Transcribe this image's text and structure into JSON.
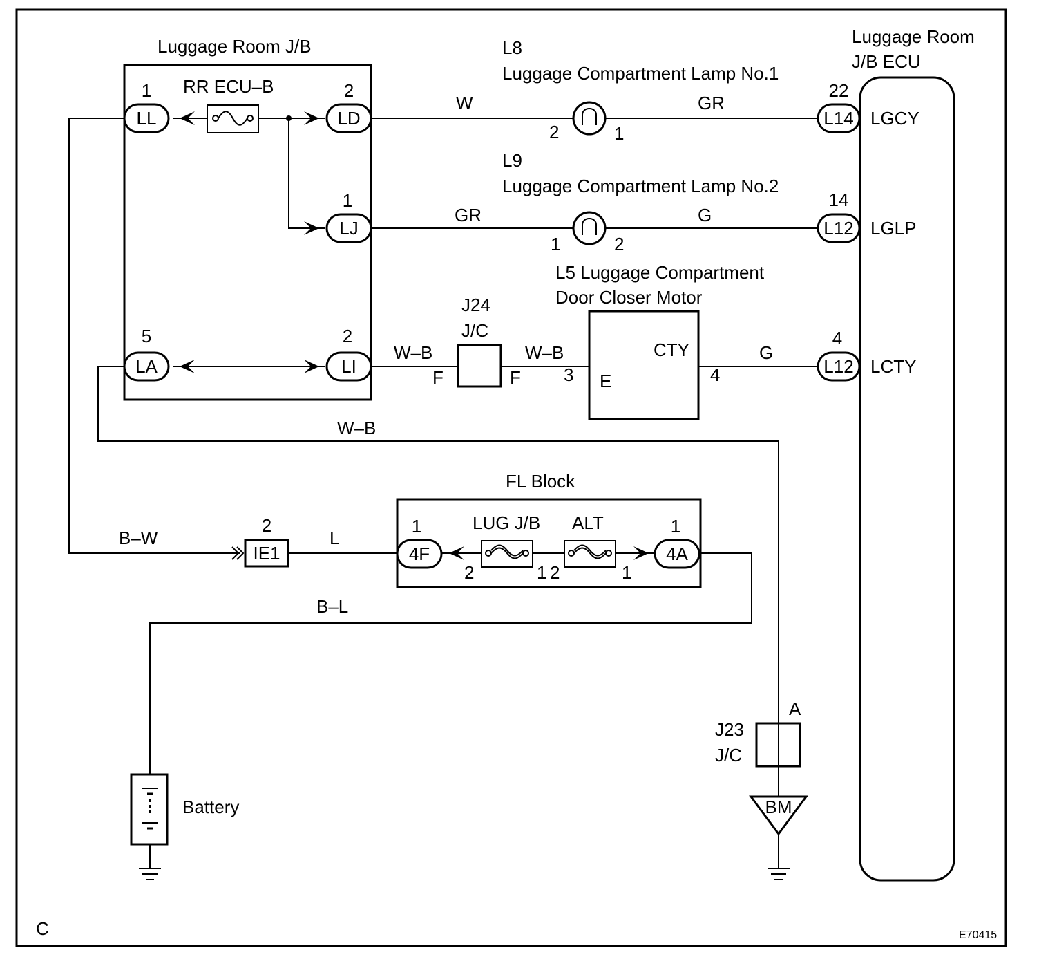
{
  "diagram": {
    "corner_letter": "C",
    "figure_code": "E70415",
    "jb": {
      "title": "Luggage Room J/B",
      "fuse_label": "RR ECU–B",
      "terminals": {
        "ll": {
          "pin": "1",
          "code": "LL"
        },
        "ld": {
          "pin": "2",
          "code": "LD"
        },
        "lj": {
          "pin": "1",
          "code": "LJ"
        },
        "la": {
          "pin": "5",
          "code": "LA"
        },
        "li": {
          "pin": "2",
          "code": "LI"
        }
      }
    },
    "ecu": {
      "title_line1": "Luggage Room",
      "title_line2": "J/B ECU",
      "pins": [
        {
          "pin": "22",
          "code": "L14",
          "name": "LGCY"
        },
        {
          "pin": "14",
          "code": "L12",
          "name": "LGLP"
        },
        {
          "pin": "4",
          "code": "L12",
          "name": "LCTY"
        }
      ]
    },
    "lamp1": {
      "id": "L8",
      "name": "Luggage Compartment Lamp No.1",
      "pin_left": "2",
      "pin_right": "1",
      "wire_left": "W",
      "wire_right": "GR"
    },
    "lamp2": {
      "id": "L9",
      "name": "Luggage Compartment Lamp No.2",
      "pin_left": "1",
      "pin_right": "2",
      "wire_left": "GR",
      "wire_right": "G"
    },
    "motor": {
      "title_line1": "L5 Luggage Compartment",
      "title_line2": "Door Closer Motor",
      "terminal_e": "E",
      "terminal_cty": "CTY",
      "pin_left": "3",
      "pin_right": "4",
      "wire_right": "G"
    },
    "j24": {
      "id": "J24",
      "type": "J/C",
      "pin_left": "F",
      "pin_right": "F",
      "wire_left": "W–B",
      "wire_right": "W–B"
    },
    "ground_wire": "W–B",
    "fl_block": {
      "title": "FL Block",
      "fuse1": "LUG J/B",
      "fuse2": "ALT",
      "term_4f": {
        "pin": "1",
        "code": "4F"
      },
      "term_4a": {
        "pin": "1",
        "code": "4A"
      },
      "pins": [
        "2",
        "1",
        "2",
        "1"
      ]
    },
    "ie1": {
      "pin": "2",
      "code": "IE1",
      "wire_left": "B–W",
      "wire_right": "L"
    },
    "battery_wire": "B–L",
    "battery": "Battery",
    "j23": {
      "id": "J23",
      "type": "J/C",
      "pin": "A"
    },
    "bm": "BM"
  }
}
